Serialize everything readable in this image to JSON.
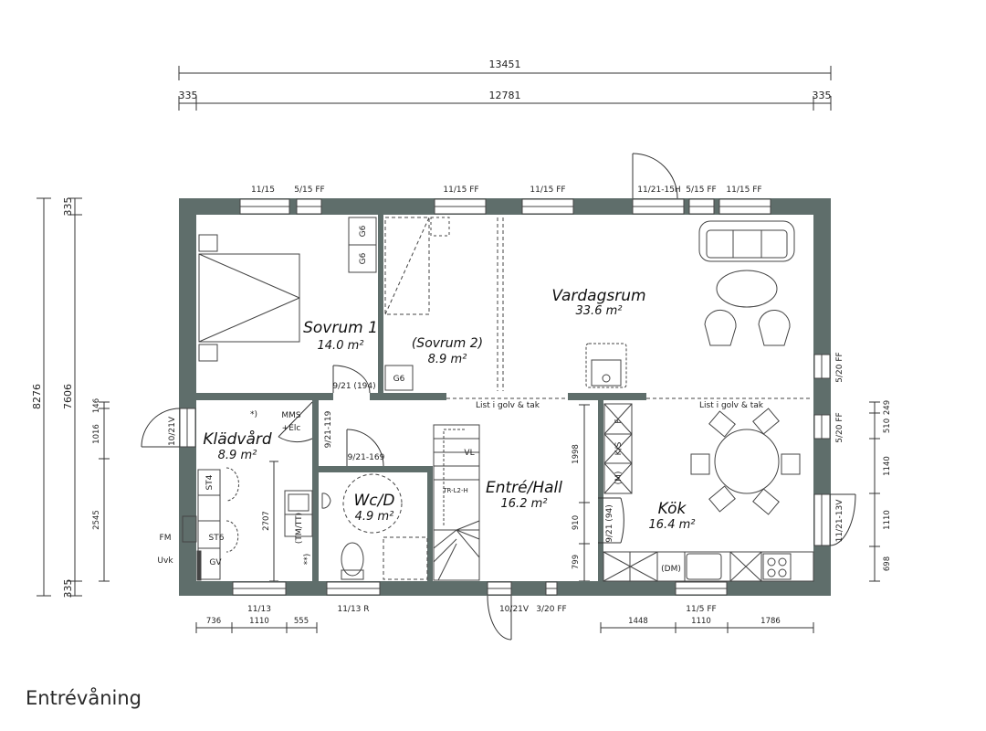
{
  "title": "Entrévåning",
  "colors": {
    "wall": "#5f6e6b",
    "line": "#444444",
    "dim": "#222222"
  },
  "dimensions": {
    "total_width": "13451",
    "inner_width": "12781",
    "edge_left": "335",
    "edge_right": "335",
    "total_height": "8276",
    "inner_height": "7606",
    "edge_top": "335",
    "edge_bottom": "335",
    "bottom_left": [
      "736",
      "1110",
      "555"
    ],
    "bottom_right": [
      "1448",
      "1110",
      "1786"
    ],
    "left_inner": [
      "146",
      "1016",
      "2545"
    ],
    "right_inner": [
      "249",
      "510",
      "1140",
      "1110",
      "698"
    ],
    "interior": {
      "kladvard_depth": "2707",
      "hall_depth": "1998",
      "hall_mid": "910",
      "hall_low": "799"
    }
  },
  "rooms": [
    {
      "name": "Sovrum 1",
      "area": "14.0 m²"
    },
    {
      "name": "(Sovrum 2)",
      "area": "8.9 m²"
    },
    {
      "name": "Vardagsrum",
      "area": "33.6 m²"
    },
    {
      "name": "Klädvård",
      "area": "8.9 m²"
    },
    {
      "name": "Wc/D",
      "area": "4.9 m²"
    },
    {
      "name": "Entré/Hall",
      "area": "16.2 m²"
    },
    {
      "name": "Kök",
      "area": "16.4 m²"
    }
  ],
  "windows": {
    "top": [
      "11/15",
      "5/15 FF",
      "11/15 FF",
      "11/15 FF",
      "11/21-15H",
      "5/15 FF",
      "11/15 FF"
    ],
    "bottom": [
      "11/13",
      "11/13 R",
      "10/21V",
      "3/20 FF",
      "11/5 FF"
    ],
    "left": "10/21V",
    "right": [
      "5/20 FF",
      "5/20 FF",
      "11/21-13V"
    ]
  },
  "doors": [
    "9/21 (194)",
    "9/21-119",
    "9/21-169",
    "9/21 (94)"
  ],
  "labels": {
    "list_left": "List i golv & tak",
    "list_right": "List i golv & tak",
    "mms": "MMS",
    "elc": "+Elc",
    "asterisk": "*)",
    "asterisk2": "**)",
    "g6": "G6",
    "st4": "ST4",
    "st6": "ST6",
    "gv": "GV",
    "fm": "FM",
    "uvk": "Uvk",
    "vl": "VL",
    "tr": "TR-L2-H",
    "tmtt": "(TM/TT)",
    "ks": "K/S",
    "f": "F",
    "m": "(M)",
    "dm": "(DM)"
  }
}
